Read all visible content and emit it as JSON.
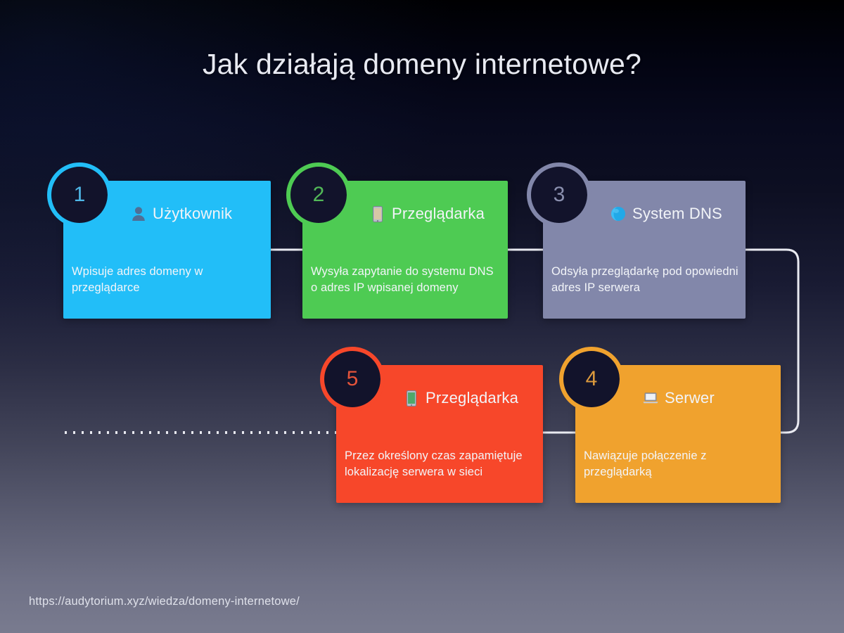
{
  "title": "Jak działają domeny internetowe?",
  "footer": {
    "url": "https://audytorium.xyz/wiedza/domeny-internetowe/"
  },
  "colors": {
    "step1": "#22bef8",
    "step2": "#4ecb53",
    "step3": "#8287aa",
    "step4": "#f0a22e",
    "step5": "#f7472a",
    "bubble": "#12132b",
    "connector": "#e9eaf1",
    "background_top": "#000002",
    "background_bottom": "#797b8f"
  },
  "steps": [
    {
      "number": "1",
      "icon": "person-icon",
      "label": "Użytkownik",
      "description": "Wpisuje adres domeny w przeglądarce"
    },
    {
      "number": "2",
      "icon": "mobile-phone-icon",
      "label": "Przeglądarka",
      "description": "Wysyła zapytanie do systemu DNS o adres IP wpisanej domeny"
    },
    {
      "number": "3",
      "icon": "globe-icon",
      "label": "System DNS",
      "description": "Odsyła przeglądarkę pod opowiedni adres IP serwera"
    },
    {
      "number": "4",
      "icon": "laptop-icon",
      "label": "Serwer",
      "description": "Nawiązuje połączenie z przeglądarką"
    },
    {
      "number": "5",
      "icon": "mobile-phone-icon",
      "label": "Przeglądarka",
      "description": "Przez określony czas zapamiętuje lokalizację serwera w sieci"
    }
  ]
}
